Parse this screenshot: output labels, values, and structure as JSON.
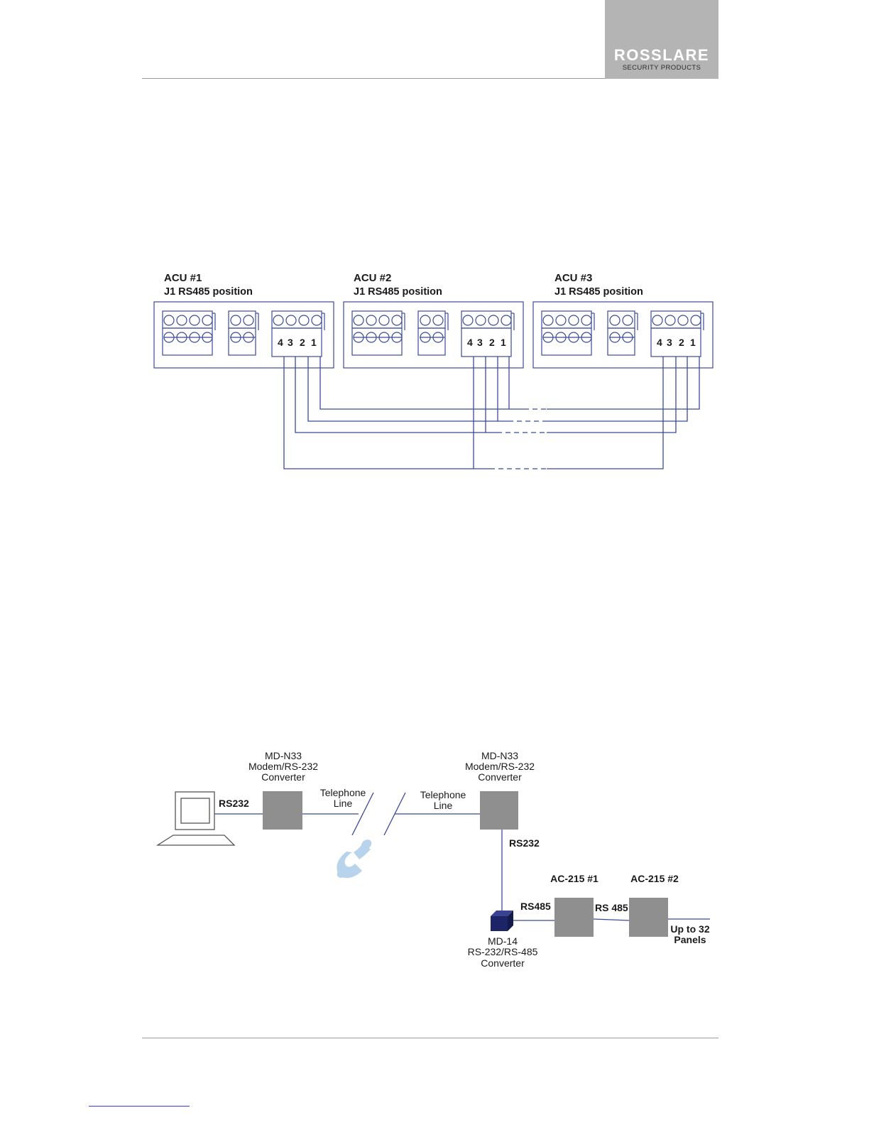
{
  "header": {
    "brand_name": "ROSSLARE",
    "brand_tagline": "SECURITY PRODUCTS"
  },
  "wiring_diagram": {
    "acus": [
      {
        "title": "ACU #1",
        "subtitle": "J1 RS485 position"
      },
      {
        "title": "ACU #2",
        "subtitle": "J1 RS485 position"
      },
      {
        "title": "ACU #3",
        "subtitle": "J1 RS485 position"
      }
    ],
    "terminal_labels": [
      "4",
      "3",
      "2",
      "1"
    ]
  },
  "network_diagram": {
    "computer": {
      "link_label": "RS232"
    },
    "modem_left": {
      "line1": "MD-N33",
      "line2": "Modem/RS-232",
      "line3": "Converter",
      "line_label_1": "Telephone",
      "line_label_2": "Line"
    },
    "modem_right": {
      "line1": "MD-N33",
      "line2": "Modem/RS-232",
      "line3": "Converter",
      "line_label_1": "Telephone",
      "line_label_2": "Line",
      "down_label": "RS232"
    },
    "md14": {
      "line1": "MD-14",
      "line2": "RS-232/RS-485",
      "line3": "Converter",
      "link_label": "RS485"
    },
    "panel_1": {
      "title": "AC-215 #1",
      "link_label": "RS 485"
    },
    "panel_2": {
      "title": "AC-215 #2",
      "note_1": "Up to 32",
      "note_2": "Panels"
    }
  },
  "colors": {
    "wire": "#3b4a98",
    "box_fill": "#8f8f8f",
    "md14_fill": "#1e2566",
    "phone": "#b8d4ec",
    "logo_bg": "#b4b4b4"
  }
}
